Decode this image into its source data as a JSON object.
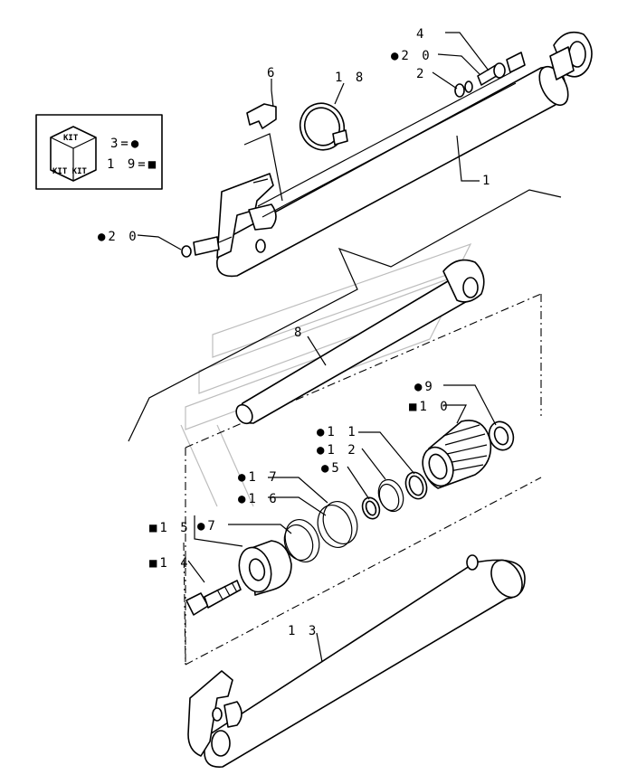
{
  "kit_legend": {
    "box_top": "KIT",
    "box_bottom": "KIT KIT",
    "line1": "3=●",
    "line2": "1 9=■"
  },
  "labels": {
    "p1": "1",
    "p2": "2",
    "p4": "4",
    "p6": "6",
    "p8": "8",
    "p13": "1 3",
    "p14": "■1 4",
    "p15": "■1 5",
    "p5": "●5",
    "p7": "●7",
    "p9": "●9",
    "p10": "■1 0",
    "p11": "●1 1",
    "p12": "●1 2",
    "p16": "●1 6",
    "p17": "●1 7",
    "p18": "1 8",
    "p20a": "●2 0",
    "p20b": "●2 0"
  }
}
